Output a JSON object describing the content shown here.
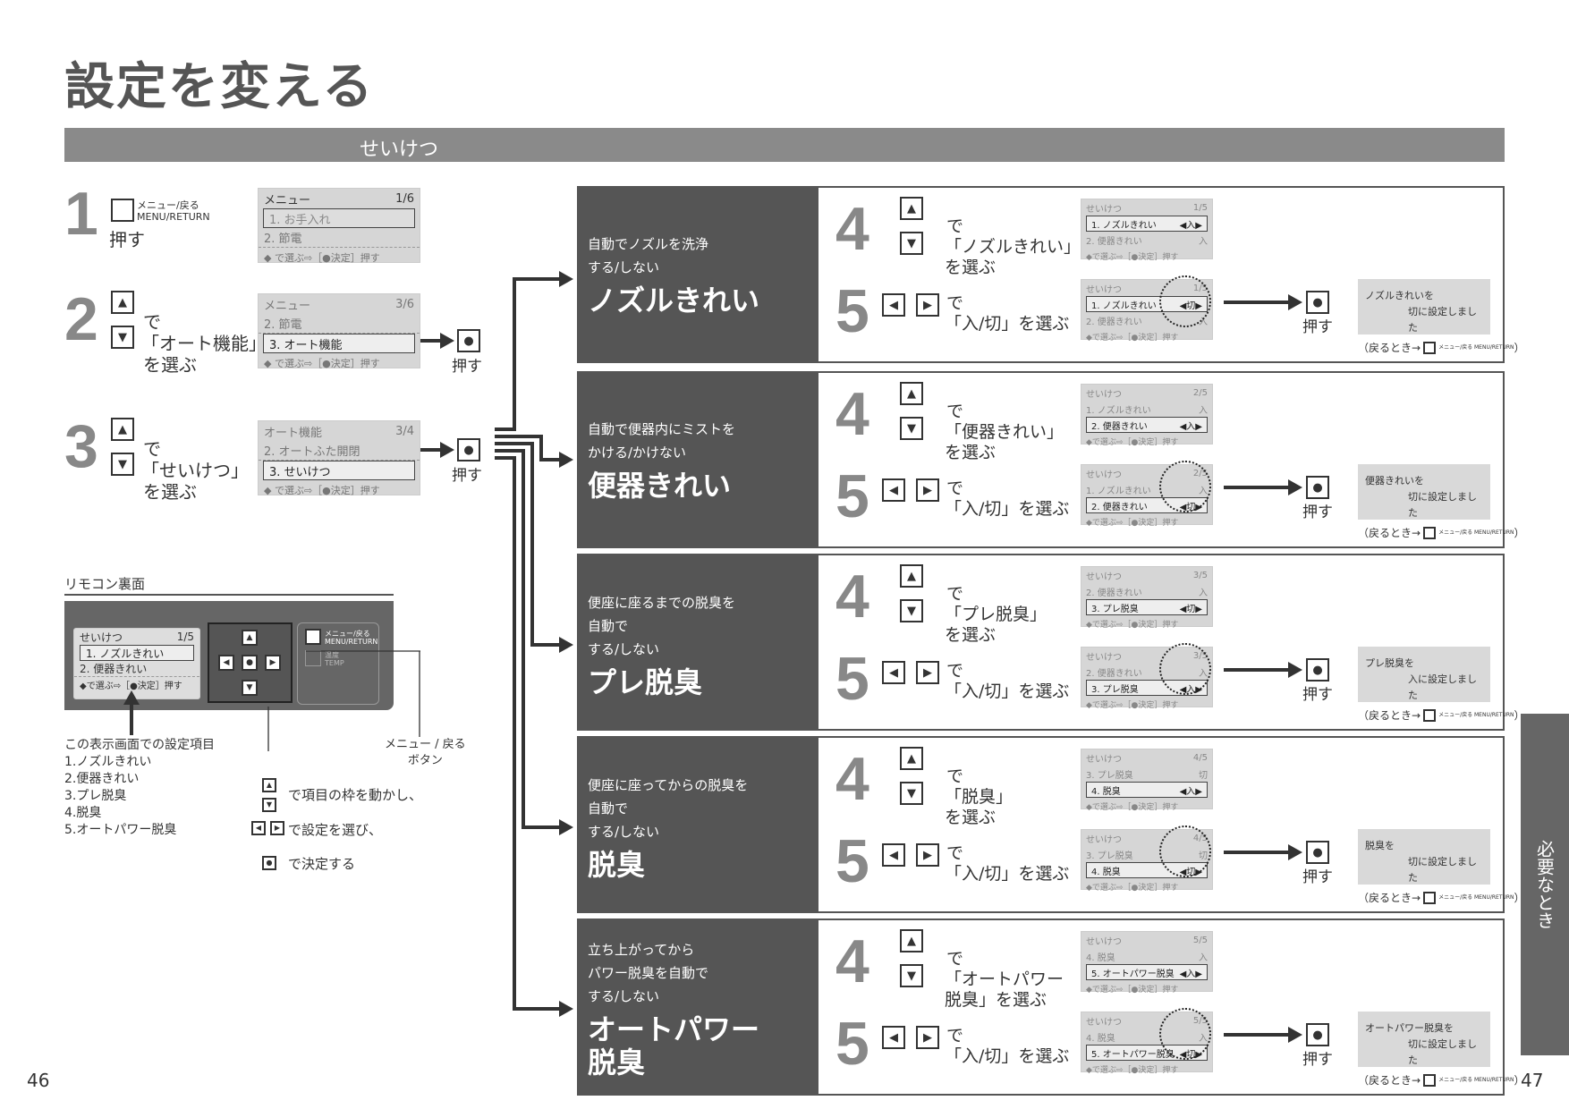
{
  "page": {
    "title": "設定を変える",
    "section": "せいけつ",
    "page_left": "46",
    "page_right": "47",
    "side_tab": "必要なとき"
  },
  "steps": {
    "s1": {
      "num": "1",
      "btn_label_1": "メニュー/戻る",
      "btn_label_2": "MENU/RETURN",
      "action": "押す",
      "lcd": {
        "header": "メニュー",
        "page": "1/6",
        "row1": "1. お手入れ",
        "row2": "2. 節電",
        "hint": "◆ で選ぶ⇨［●決定］押す"
      }
    },
    "s2": {
      "num": "2",
      "de": "で",
      "select": "「オート機能」",
      "wo": "を選ぶ",
      "push": "押す",
      "lcd": {
        "header": "メニュー",
        "page": "3/6",
        "row1": "2. 節電",
        "row2": "3. オート機能",
        "hint": "◆ で選ぶ⇨［●決定］押す"
      }
    },
    "s3": {
      "num": "3",
      "de": "で",
      "select": "「せいけつ」",
      "wo": "を選ぶ",
      "push": "押す",
      "lcd": {
        "header": "オート機能",
        "page": "3/4",
        "row1": "2. オートふた開閉",
        "row2": "3. せいけつ",
        "hint": "◆ で選ぶ⇨［●決定］押す"
      }
    }
  },
  "remote": {
    "label": "リモコン裏面",
    "lcd_header": "せいけつ",
    "lcd_page": "1/5",
    "lcd_row1": "1. ノズルきれい",
    "lcd_row2": "2. 便器きれい",
    "lcd_hint": "◆で選ぶ⇨［●決定］押す",
    "menu_btn_1": "メニュー/戻る",
    "menu_btn_2": "MENU/RETURN",
    "temp_btn_1": "温度",
    "temp_btn_2": "TEMP",
    "items_title": "この表示画面での設定項目",
    "items": [
      "1.ノズルきれい",
      "2.便器きれい",
      "3.プレ脱臭",
      "4.脱臭",
      "5.オートパワー脱臭"
    ],
    "menu_note_1": "メニュー / 戻る",
    "menu_note_2": "ボタン",
    "legend1": "で項目の枠を動かし、",
    "legend2": "で設定を選び、",
    "legend3": "で決定する"
  },
  "panels": [
    {
      "desc": [
        "自動でノズルを洗浄",
        "する/しない"
      ],
      "title": [
        "ノズルきれい"
      ],
      "s4": {
        "num": "4",
        "de": "で",
        "sel": [
          "「ノズルきれい」",
          "を選ぶ"
        ]
      },
      "lcd4": {
        "header": "せいけつ",
        "page": "1/5",
        "row1": "1. ノズルきれい",
        "val1": "◀入▶",
        "row2": "2. 便器きれい",
        "val2": "入",
        "hint": "◆で選ぶ⇨［●決定］押す",
        "hl": 1
      },
      "s5": {
        "num": "5",
        "de": "で",
        "sel": "「入/切」を選ぶ",
        "push": "押す"
      },
      "lcd5": {
        "header": "せいけつ",
        "page": "1/5",
        "row1": "1. ノズルきれい",
        "val1": "◀切▶",
        "row2": "2. 便器きれい",
        "val2": "入",
        "hint": "◆で選ぶ⇨［●決定］押す",
        "hl": 1
      },
      "confirm": [
        "ノズルきれいを",
        "切に設定しました"
      ],
      "back": "（戻るとき→",
      "back_btn": "メニュー/戻る MENU/RETURN"
    },
    {
      "desc": [
        "自動で便器内にミストを",
        "かける/かけない"
      ],
      "title": [
        "便器きれい"
      ],
      "s4": {
        "num": "4",
        "de": "で",
        "sel": [
          "「便器きれい」",
          "を選ぶ"
        ]
      },
      "lcd4": {
        "header": "せいけつ",
        "page": "2/5",
        "row1": "1. ノズルきれい",
        "val1": "入",
        "row2": "2. 便器きれい",
        "val2": "◀入▶",
        "hint": "◆で選ぶ⇨［●決定］押す",
        "hl": 2
      },
      "s5": {
        "num": "5",
        "de": "で",
        "sel": "「入/切」を選ぶ",
        "push": "押す"
      },
      "lcd5": {
        "header": "せいけつ",
        "page": "2/5",
        "row1": "1. ノズルきれい",
        "val1": "入",
        "row2": "2. 便器きれい",
        "val2": "◀切▶",
        "hint": "◆で選ぶ⇨［●決定］押す",
        "hl": 2
      },
      "confirm": [
        "便器きれいを",
        "切に設定しました"
      ],
      "back": "（戻るとき→",
      "back_btn": "メニュー/戻る MENU/RETURN"
    },
    {
      "desc": [
        "便座に座るまでの脱臭を",
        "自動で",
        "する/しない"
      ],
      "title": [
        "プレ脱臭"
      ],
      "s4": {
        "num": "4",
        "de": "で",
        "sel": [
          "「プレ脱臭」",
          "を選ぶ"
        ]
      },
      "lcd4": {
        "header": "せいけつ",
        "page": "3/5",
        "row1": "2. 便器きれい",
        "val1": "入",
        "row2": "3. プレ脱臭",
        "val2": "◀切▶",
        "hint": "◆で選ぶ⇨［●決定］押す",
        "hl": 2
      },
      "s5": {
        "num": "5",
        "de": "で",
        "sel": "「入/切」を選ぶ",
        "push": "押す"
      },
      "lcd5": {
        "header": "せいけつ",
        "page": "3/5",
        "row1": "2. 便器きれい",
        "val1": "入",
        "row2": "3. プレ脱臭",
        "val2": "◀入▶",
        "hint": "◆で選ぶ⇨［●決定］押す",
        "hl": 2
      },
      "confirm": [
        "プレ脱臭を",
        "入に設定しました"
      ],
      "back": "（戻るとき→",
      "back_btn": "メニュー/戻る MENU/RETURN"
    },
    {
      "desc": [
        "便座に座ってからの脱臭を",
        "自動で",
        "する/しない"
      ],
      "title": [
        "脱臭"
      ],
      "s4": {
        "num": "4",
        "de": "で",
        "sel": [
          "「脱臭」",
          "を選ぶ"
        ]
      },
      "lcd4": {
        "header": "せいけつ",
        "page": "4/5",
        "row1": "3. プレ脱臭",
        "val1": "切",
        "row2": "4. 脱臭",
        "val2": "◀入▶",
        "hint": "◆で選ぶ⇨［●決定］押す",
        "hl": 2
      },
      "s5": {
        "num": "5",
        "de": "で",
        "sel": "「入/切」を選ぶ",
        "push": "押す"
      },
      "lcd5": {
        "header": "せいけつ",
        "page": "4/5",
        "row1": "3. プレ脱臭",
        "val1": "切",
        "row2": "4. 脱臭",
        "val2": "◀切▶",
        "hint": "◆で選ぶ⇨［●決定］押す",
        "hl": 2
      },
      "confirm": [
        "脱臭を",
        "切に設定しました"
      ],
      "back": "（戻るとき→",
      "back_btn": "メニュー/戻る MENU/RETURN"
    },
    {
      "desc": [
        "立ち上がってから",
        "パワー脱臭を自動で",
        "する/しない"
      ],
      "title": [
        "オートパワー",
        "脱臭"
      ],
      "s4": {
        "num": "4",
        "de": "で",
        "sel": [
          "「オートパワー",
          "脱臭」を選ぶ"
        ]
      },
      "lcd4": {
        "header": "せいけつ",
        "page": "5/5",
        "row1": "4. 脱臭",
        "val1": "入",
        "row2": "5. オートパワー脱臭",
        "val2": "◀入▶",
        "hint": "◆で選ぶ⇨［●決定］押す",
        "hl": 2
      },
      "s5": {
        "num": "5",
        "de": "で",
        "sel": "「入/切」を選ぶ",
        "push": "押す"
      },
      "lcd5": {
        "header": "せいけつ",
        "page": "5/5",
        "row1": "4. 脱臭",
        "val1": "入",
        "row2": "5. オートパワー脱臭",
        "val2": "◀切▶",
        "hint": "◆で選ぶ⇨［●決定］押す",
        "hl": 2
      },
      "confirm": [
        "オートパワー脱臭を",
        "切に設定しました"
      ],
      "back": "（戻るとき→",
      "back_btn": "メニュー/戻る MENU/RETURN"
    }
  ],
  "icons": {
    "up": "up-arrow-button-icon",
    "down": "down-arrow-button-icon",
    "left": "left-arrow-button-icon",
    "right": "right-arrow-button-icon",
    "enter": "enter-button-icon",
    "menu": "menu-return-button-icon"
  },
  "colors": {
    "panel_dark": "#555555",
    "band": "#8a8a8a",
    "lcd": "#d6d6d6"
  }
}
